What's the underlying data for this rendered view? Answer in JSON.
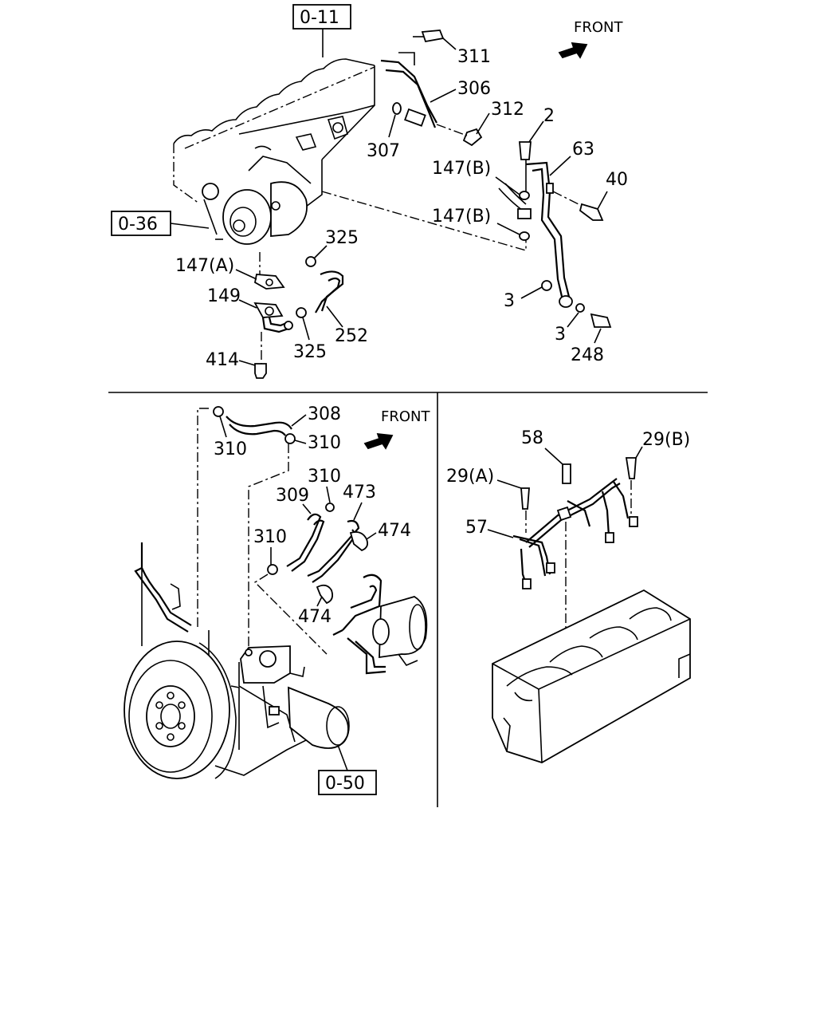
{
  "front_labels": [
    "FRONT",
    "FRONT"
  ],
  "ref_boxes": [
    "0-11",
    "0-36",
    "0-50"
  ],
  "callouts_top": [
    "311",
    "306",
    "312",
    "307",
    "2",
    "63",
    "147(B)",
    "40",
    "147(B)",
    "325",
    "147(A)",
    "149",
    "252",
    "325",
    "414",
    "3",
    "3",
    "248"
  ],
  "callouts_bottom_left": [
    "308",
    "310",
    "310",
    "310",
    "309",
    "473",
    "474",
    "310",
    "474"
  ],
  "callouts_bottom_right": [
    "58",
    "29(B)",
    "29(A)",
    "57"
  ],
  "icons": [
    "front-arrow-icon"
  ]
}
